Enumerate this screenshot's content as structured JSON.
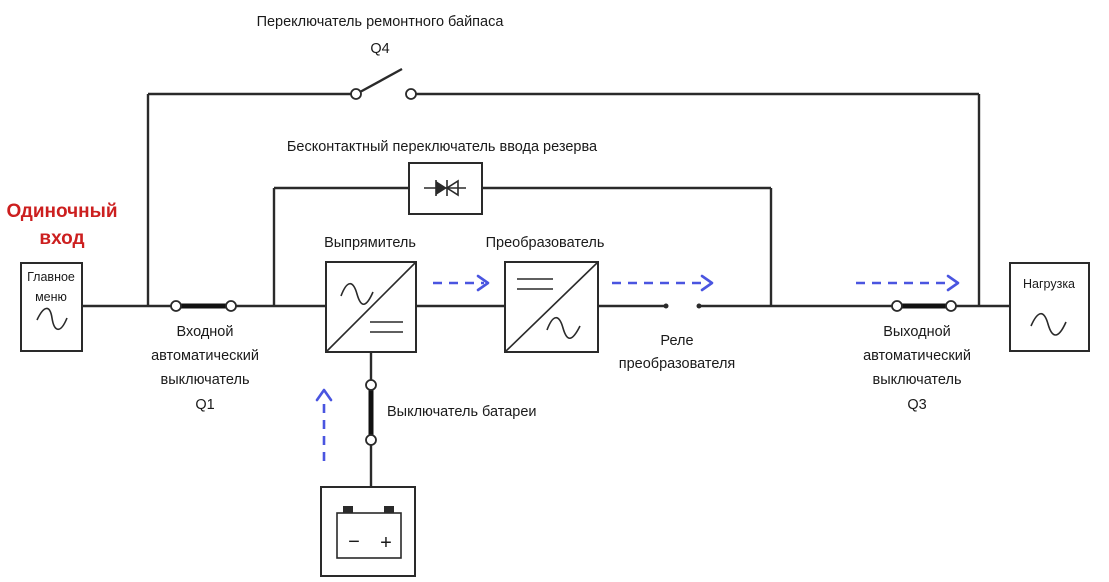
{
  "title_red": [
    "Одиночный",
    "вход"
  ],
  "bypass": {
    "label_line1": "Переключатель ремонтного байпаса",
    "label_line2": "Q4"
  },
  "static_switch": {
    "label": "Бесконтактный переключатель ввода резерва"
  },
  "main_input": {
    "label_line1": "Главное",
    "label_line2": "меню"
  },
  "rectifier": {
    "label": "Выпрямитель"
  },
  "inverter": {
    "label": "Преобразователь"
  },
  "inverter_relay": {
    "label_line1": "Реле",
    "label_line2": "преобразователя"
  },
  "input_breaker": {
    "lines": [
      "Входной",
      "автоматический",
      "выключатель",
      "Q1"
    ]
  },
  "output_breaker": {
    "lines": [
      "Выходной",
      "автоматический",
      "выключатель",
      "Q3"
    ]
  },
  "battery_switch": {
    "label": "Выключатель батареи"
  },
  "battery": {
    "minus": "−",
    "plus": "+"
  },
  "load": {
    "label": "Нагрузка"
  },
  "colors": {
    "accent_red": "#cc1f1f",
    "flow_blue": "#4a55e0",
    "line": "#2a2a2a"
  }
}
